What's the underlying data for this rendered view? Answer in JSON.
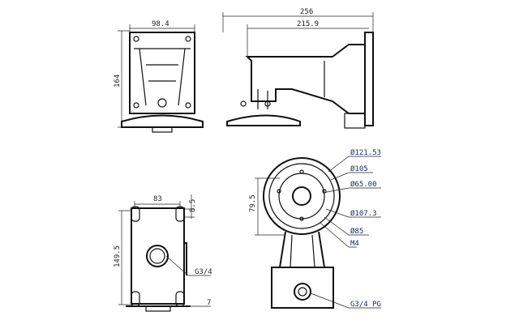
{
  "front_view": {
    "width_label": "98.4",
    "height_label": "164"
  },
  "side_view": {
    "overall_label": "256",
    "arm_label": "215.9"
  },
  "back_box_view": {
    "width_label": "83",
    "offset_label": "8.5",
    "height_label": "149.5",
    "thread_label": "G3/4",
    "foot_label": "7"
  },
  "bottom_view": {
    "offset_label": "79.5",
    "callouts": [
      "Ø121.53",
      "Ø105",
      "Ø65.00",
      "Ø107.3",
      "Ø85",
      "M4",
      "G3/4 PG"
    ]
  }
}
